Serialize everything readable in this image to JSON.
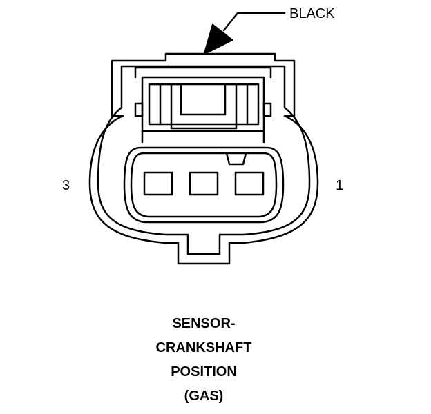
{
  "callout": {
    "color_label": "BLACK"
  },
  "pins": {
    "left": "3",
    "right": "1"
  },
  "title_lines": [
    "SENSOR-",
    "CRANKSHAFT",
    "POSITION",
    "(GAS)"
  ],
  "colors": {
    "line": "#000000",
    "background": "#ffffff"
  }
}
